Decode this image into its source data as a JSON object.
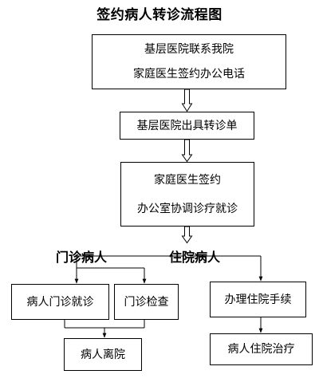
{
  "title": "签约病人转诊流程图",
  "nodes": {
    "contact": {
      "line1": "基层医院联系我院",
      "line2": "家庭医生签约办公电话"
    },
    "referral": {
      "text": "基层医院出具转诊单"
    },
    "coordinate": {
      "line1": "家庭医生签约",
      "line2": "办公室协调诊疗就诊"
    },
    "outpatient_visit": {
      "text": "病人门诊就诊"
    },
    "outpatient_exam": {
      "text": "门诊检查"
    },
    "admission": {
      "text": "办理住院手续"
    },
    "discharge": {
      "text": "病人离院"
    },
    "inpatient_treatment": {
      "text": "病人住院治疗"
    }
  },
  "labels": {
    "outpatient": "门诊病人",
    "inpatient": "住院病人"
  }
}
